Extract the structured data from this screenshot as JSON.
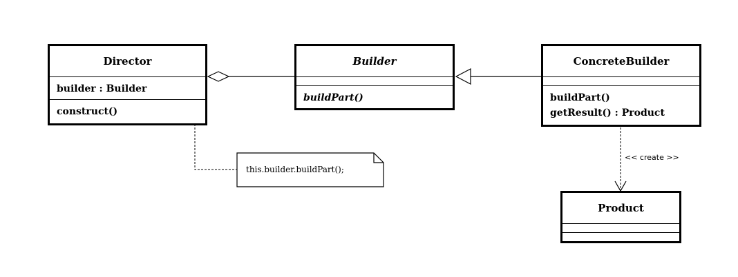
{
  "classes": {
    "director": {
      "name": "Director",
      "attributes": [
        "builder : Builder"
      ],
      "operations": [
        "construct()"
      ]
    },
    "builder": {
      "name": "Builder",
      "attributes": [],
      "operations": [
        "buildPart()"
      ],
      "abstract": true
    },
    "concrete_builder": {
      "name": "ConcreteBuilder",
      "attributes": [],
      "operations": [
        "buildPart()",
        "getResult() : Product"
      ]
    },
    "product": {
      "name": "Product",
      "attributes": [],
      "operations": []
    }
  },
  "note": {
    "text": "this.builder.buildPart();"
  },
  "relations": {
    "create_label": "<< create >>"
  },
  "colors": {
    "line": "#000000",
    "background": "#ffffff"
  }
}
